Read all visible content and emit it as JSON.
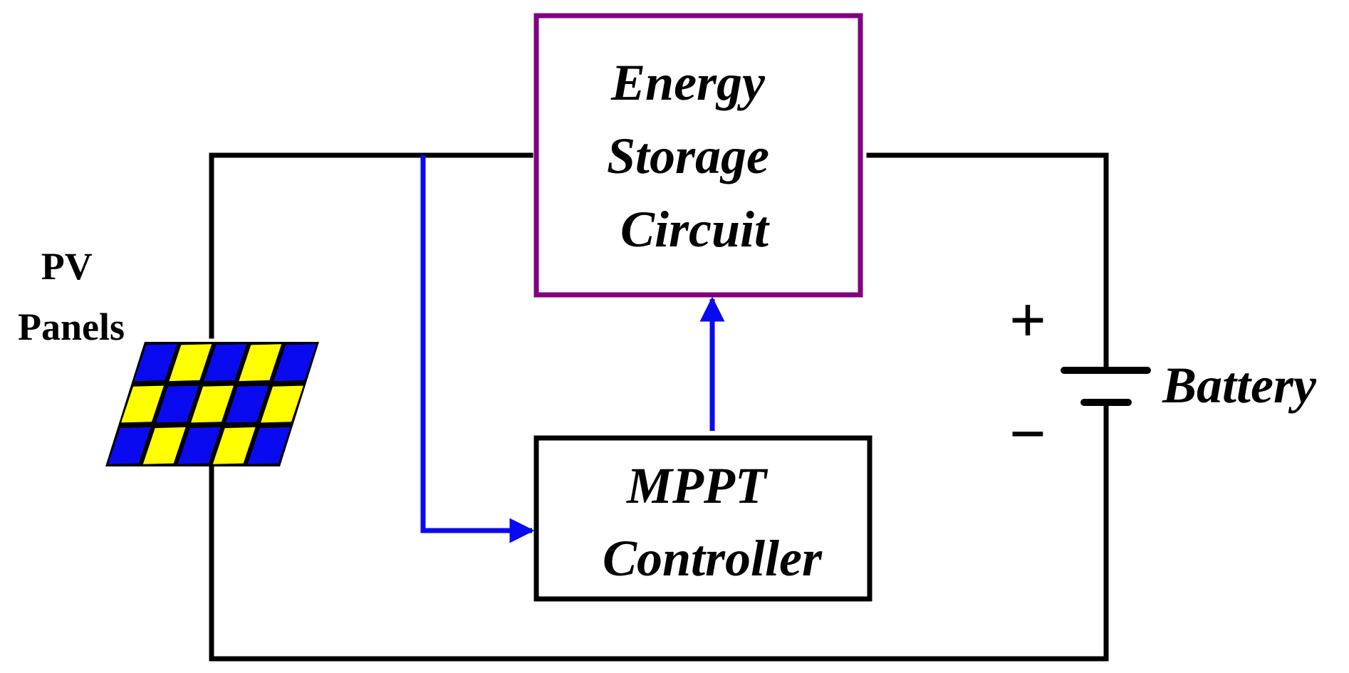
{
  "diagram": {
    "pv_label": [
      "PV",
      "Panels"
    ],
    "energy_storage_label": [
      "Energy",
      "Storage",
      "Circuit"
    ],
    "mppt_label": [
      "MPPT",
      "Controller"
    ],
    "battery_label": "Battery",
    "battery_plus": "+",
    "battery_minus": "−"
  },
  "colors": {
    "wire": "#000000",
    "signal": "#0a0af0",
    "storage_box": "#800080",
    "mppt_box": "#000000",
    "pv_cell_blue": "#0a0af0",
    "pv_cell_yellow": "#ffff00",
    "pv_frame": "#000000"
  },
  "pv_grid": {
    "rows": [
      [
        "blue",
        "yellow",
        "blue",
        "yellow",
        "blue"
      ],
      [
        "yellow",
        "blue",
        "yellow",
        "blue",
        "yellow"
      ],
      [
        "blue",
        "yellow",
        "blue",
        "yellow",
        "blue"
      ]
    ]
  }
}
